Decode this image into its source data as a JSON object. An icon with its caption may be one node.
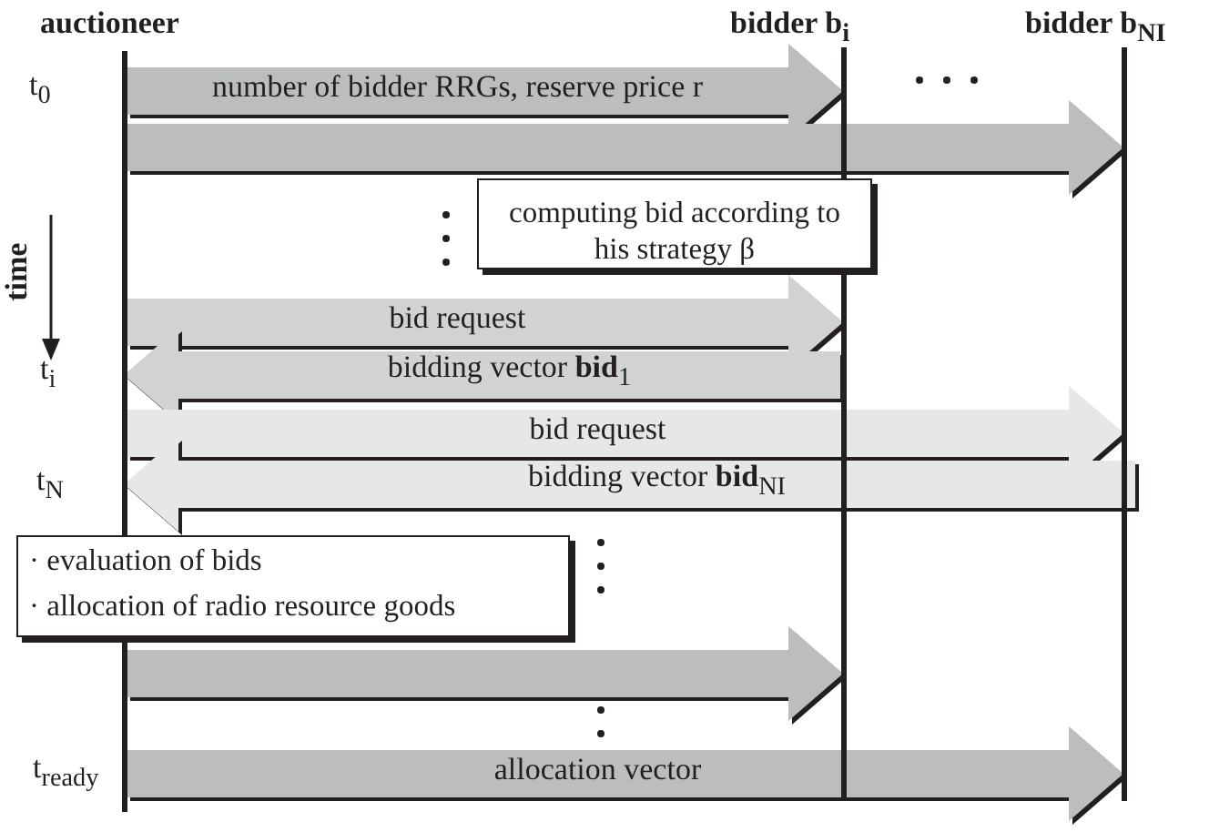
{
  "diagram": {
    "nodes": [
      {
        "text": [
          "auctioneer"
        ]
      },
      {
        "text": [
          "bidder b$_{i}$"
        ]
      },
      {
        "text": [
          "bidder b$_{NI}$"
        ]
      },
      {
        "text": [
          "computing bid according to his strategy β"
        ]
      },
      {
        "text": [
          "· evaluation of bids",
          "· allocation of radio resource goods"
        ]
      }
    ],
    "edges": [
      {
        "from": 0,
        "to": 1,
        "arrow": "to",
        "label": "number of bidder RRGs, reserve price r"
      },
      {
        "from": 0,
        "to": 2,
        "arrow": "to"
      },
      {
        "from": 0,
        "to": 1,
        "arrow": "to",
        "label": "bid request",
        "color": "#d1d2d4"
      },
      {
        "from": 1,
        "to": 0,
        "arrow": "to",
        "label": "bidding vector **bid**$_{1}$",
        "color": "#d1d2d4"
      },
      {
        "from": 0,
        "to": 2,
        "arrow": "to",
        "label": "bid request",
        "color": "#e6e7e8"
      },
      {
        "from": 2,
        "to": 0,
        "arrow": "to",
        "label": "bidding vector **bid**$_{NI}$",
        "color": "#e6e7e8"
      },
      {
        "from": 0,
        "to": 1,
        "arrow": "to"
      },
      {
        "from": 0,
        "to": 2,
        "arrow": "to",
        "label": "allocation vector"
      }
    ],
    "labels": [
      "t$_{0}$",
      "time",
      "t$_{i}$",
      "t$_{N}$",
      "t$_{ready}$"
    ]
  }
}
